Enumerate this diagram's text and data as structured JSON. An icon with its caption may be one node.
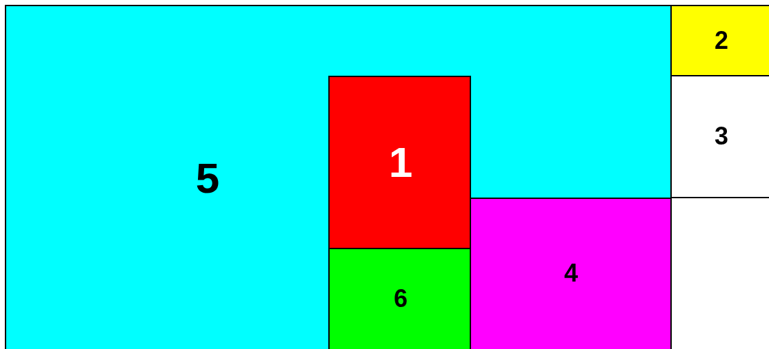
{
  "diagram": {
    "nodes": [
      {
        "text": [
          "5"
        ]
      },
      {
        "text": [
          "1"
        ],
        "in": 0
      },
      {
        "text": [
          "6"
        ],
        "in": 0
      },
      {
        "text": [
          "4"
        ],
        "in": 0
      },
      {
        "text": [
          "2"
        ]
      },
      {
        "text": [
          "3"
        ]
      },
      {
        "text": [],
        "shape": "box"
      }
    ],
    "edges": []
  }
}
